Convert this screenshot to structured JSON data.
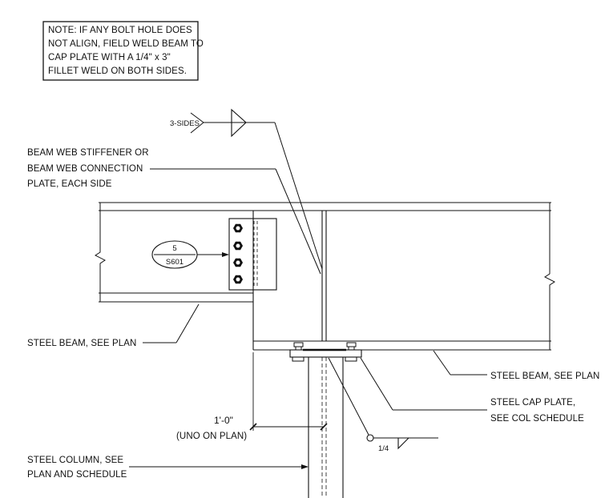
{
  "note": {
    "lines": [
      "NOTE:  IF ANY BOLT HOLE DOES",
      "NOT ALIGN, FIELD WELD BEAM TO",
      "CAP PLATE WITH A 1/4\" x 3\"",
      "FILLET WELD ON BOTH SIDES."
    ]
  },
  "weld_symbol": {
    "tail_text": "3-SIDES",
    "size_text": "1/4"
  },
  "callouts": {
    "stiffener": [
      "BEAM WEB STIFFENER OR",
      "BEAM WEB CONNECTION",
      "PLATE, EACH SIDE"
    ],
    "beam_left": [
      "STEEL BEAM, SEE PLAN"
    ],
    "beam_right": [
      "STEEL BEAM, SEE PLAN"
    ],
    "cap_plate": [
      "STEEL CAP PLATE,",
      "SEE COL SCHEDULE"
    ],
    "column": [
      "STEEL COLUMN, SEE",
      "PLAN AND SCHEDULE"
    ]
  },
  "section_tag": {
    "number": "5",
    "sheet": "S601"
  },
  "dimension": {
    "value": "1'-0\"",
    "note": "(UNO ON PLAN)"
  }
}
